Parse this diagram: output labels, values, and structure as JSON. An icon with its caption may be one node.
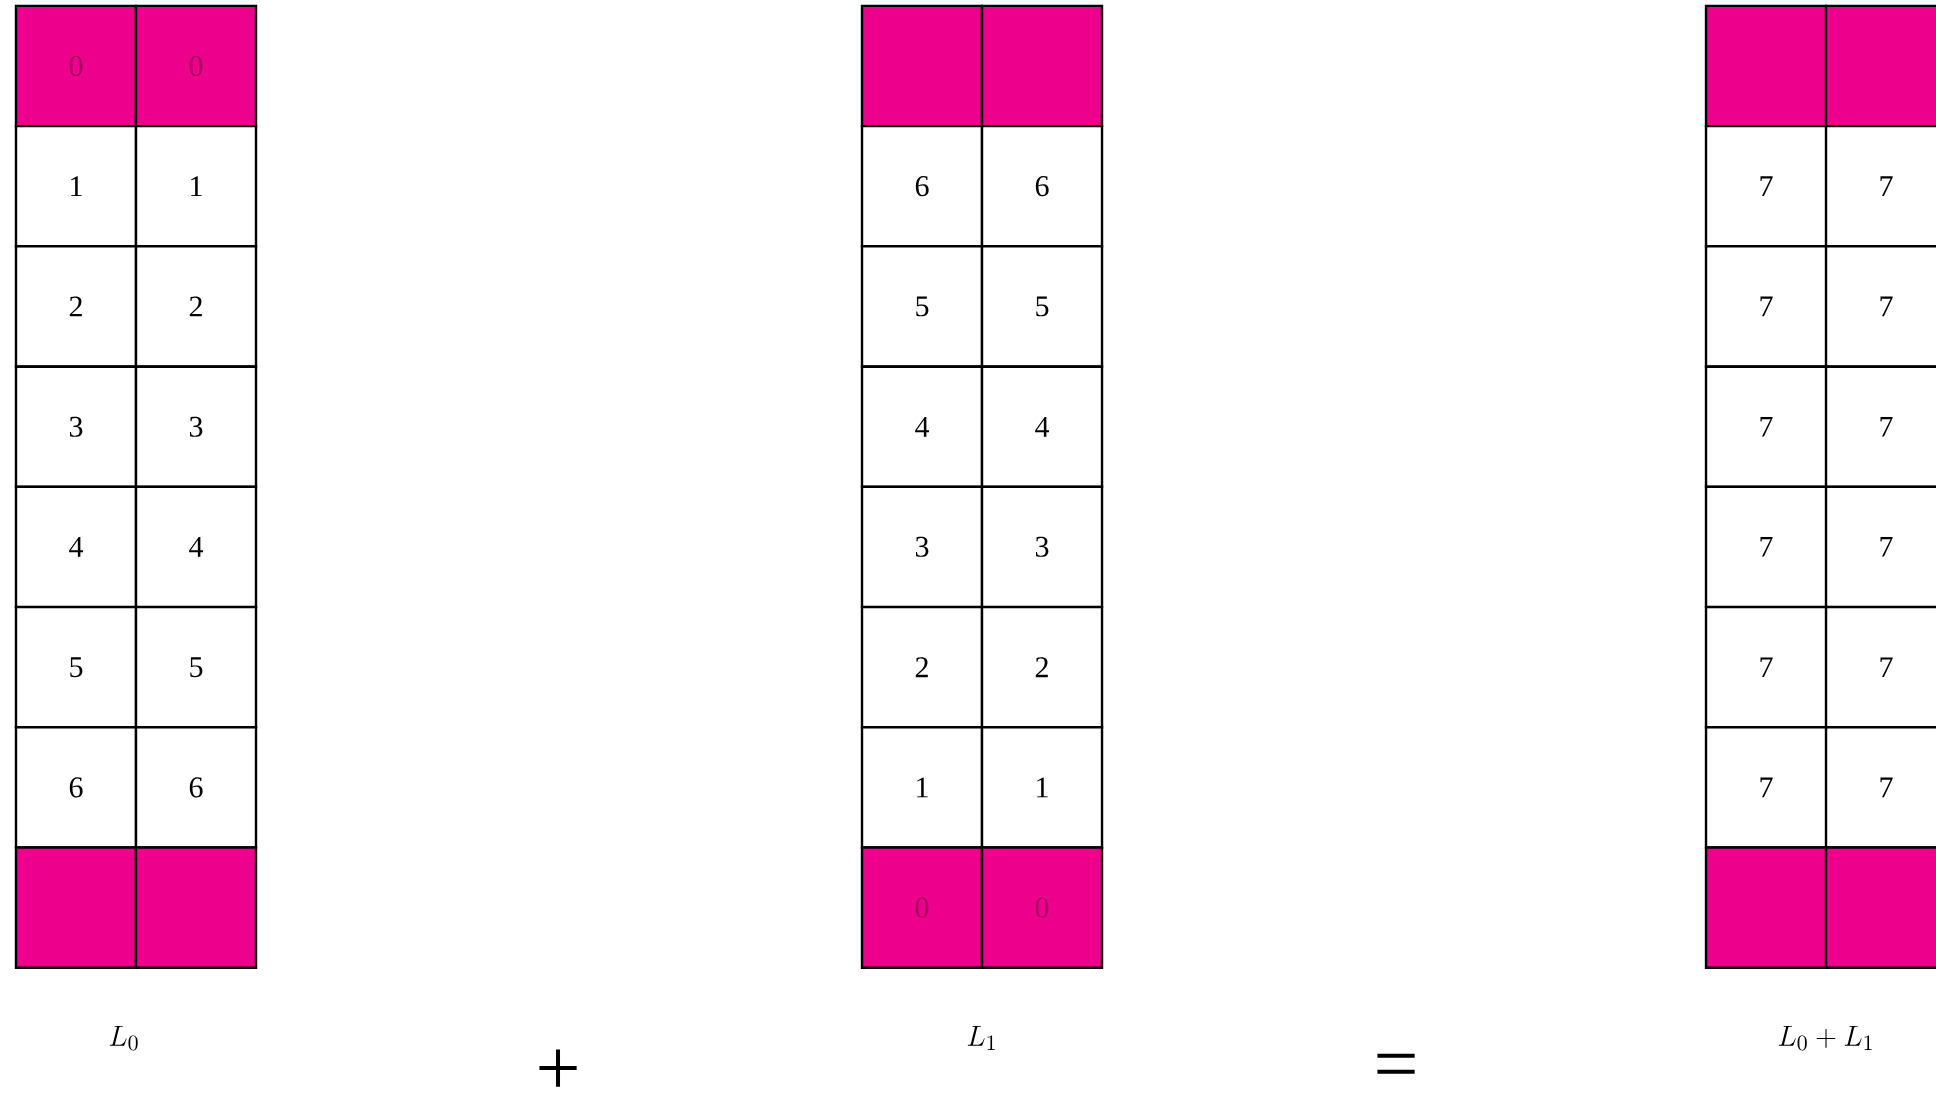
{
  "diagram": {
    "nodes": [
      {
        "text": [
          "0"
        ]
      },
      {
        "text": [
          "0"
        ]
      },
      {
        "text": [
          "1"
        ]
      },
      {
        "text": [
          "1"
        ]
      },
      {
        "text": [
          "2"
        ]
      },
      {
        "text": [
          "2"
        ]
      },
      {
        "text": [
          "3"
        ]
      },
      {
        "text": [
          "3"
        ]
      },
      {
        "text": [
          "4"
        ]
      },
      {
        "text": [
          "4"
        ]
      },
      {
        "text": [
          "5"
        ]
      },
      {
        "text": [
          "5"
        ]
      },
      {
        "text": [
          "6"
        ]
      },
      {
        "text": [
          "6"
        ]
      },
      {
        "text": [],
        "shape": "box"
      },
      {
        "text": [],
        "shape": "box"
      },
      {
        "text": [],
        "shape": "box"
      },
      {
        "text": [],
        "shape": "box"
      },
      {
        "text": [
          "6"
        ]
      },
      {
        "text": [
          "6"
        ]
      },
      {
        "text": [
          "5"
        ]
      },
      {
        "text": [
          "5"
        ]
      },
      {
        "text": [
          "4"
        ]
      },
      {
        "text": [
          "4"
        ]
      },
      {
        "text": [
          "3"
        ]
      },
      {
        "text": [
          "3"
        ]
      },
      {
        "text": [
          "2"
        ]
      },
      {
        "text": [
          "2"
        ]
      },
      {
        "text": [
          "1"
        ]
      },
      {
        "text": [
          "1"
        ]
      },
      {
        "text": [
          "0"
        ]
      },
      {
        "text": [
          "0"
        ]
      },
      {
        "text": [],
        "shape": "box"
      },
      {
        "text": [],
        "shape": "box"
      },
      {
        "text": [
          "7"
        ]
      },
      {
        "text": [
          "7"
        ]
      },
      {
        "text": [
          "7"
        ]
      },
      {
        "text": [
          "7"
        ]
      },
      {
        "text": [
          "7"
        ]
      },
      {
        "text": [
          "7"
        ]
      },
      {
        "text": [
          "7"
        ]
      },
      {
        "text": [
          "7"
        ]
      },
      {
        "text": [
          "7"
        ]
      },
      {
        "text": [
          "7"
        ]
      },
      {
        "text": [
          "7"
        ]
      },
      {
        "text": [
          "7"
        ]
      },
      {
        "text": [],
        "shape": "box"
      },
      {
        "text": [],
        "shape": "box"
      }
    ],
    "labels": [
      "L_0",
      "+",
      "L_1",
      "=",
      "L_0 + L_1"
    ]
  }
}
